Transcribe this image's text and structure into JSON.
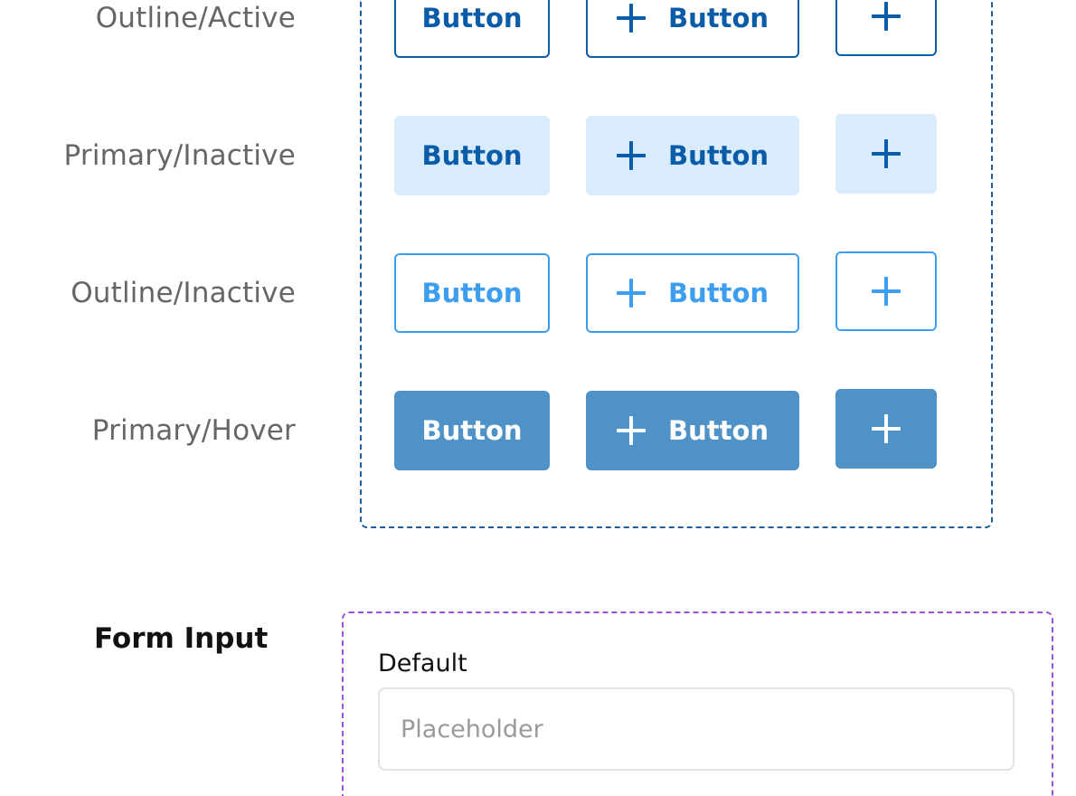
{
  "colors": {
    "outline_active": "#0a5ca8",
    "primary_inactive_bg": "#d9ecfd",
    "outline_inactive": "#3d9ef0",
    "primary_hover_bg": "#4e92c7",
    "button_group_border": "#1f5f9c",
    "form_group_border": "#9b51e0"
  },
  "button_rows": [
    {
      "label": "Outline/Active",
      "button_text": "Button",
      "icon": "plus-icon"
    },
    {
      "label": "Primary/Inactive",
      "button_text": "Button",
      "icon": "plus-icon"
    },
    {
      "label": "Outline/Inactive",
      "button_text": "Button",
      "icon": "plus-icon"
    },
    {
      "label": "Primary/Hover",
      "button_text": "Button",
      "icon": "plus-icon"
    }
  ],
  "form_input": {
    "section_title": "Form Input",
    "default_label": "Default",
    "placeholder": "Placeholder",
    "value": ""
  }
}
